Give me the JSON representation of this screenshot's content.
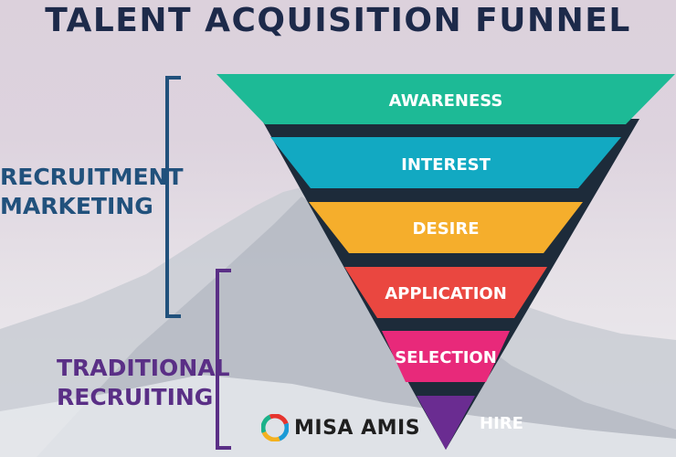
{
  "title": "TALENT ACQUISITION FUNNEL",
  "stages": [
    {
      "label": "AWARENESS",
      "color": "#1dba96"
    },
    {
      "label": "INTEREST",
      "color": "#12a9c2"
    },
    {
      "label": "DESIRE",
      "color": "#f5ae2c"
    },
    {
      "label": "APPLICATION",
      "color": "#ea4740"
    },
    {
      "label": "SELECTION",
      "color": "#e8297a"
    },
    {
      "label": "HIRE",
      "color": "#6a2c91"
    }
  ],
  "groups": {
    "recruitment_marketing": {
      "line1": "RECRUITMENT",
      "line2": "MARKETING",
      "color": "#21517c"
    },
    "traditional_recruiting": {
      "line1": "TRADITIONAL",
      "line2": "RECRUITING",
      "color": "#5a2f86"
    }
  },
  "logo": {
    "text": "MISA AMIS"
  },
  "colors": {
    "title": "#1d2a4a",
    "funnel_back": "#1d2b3a"
  }
}
